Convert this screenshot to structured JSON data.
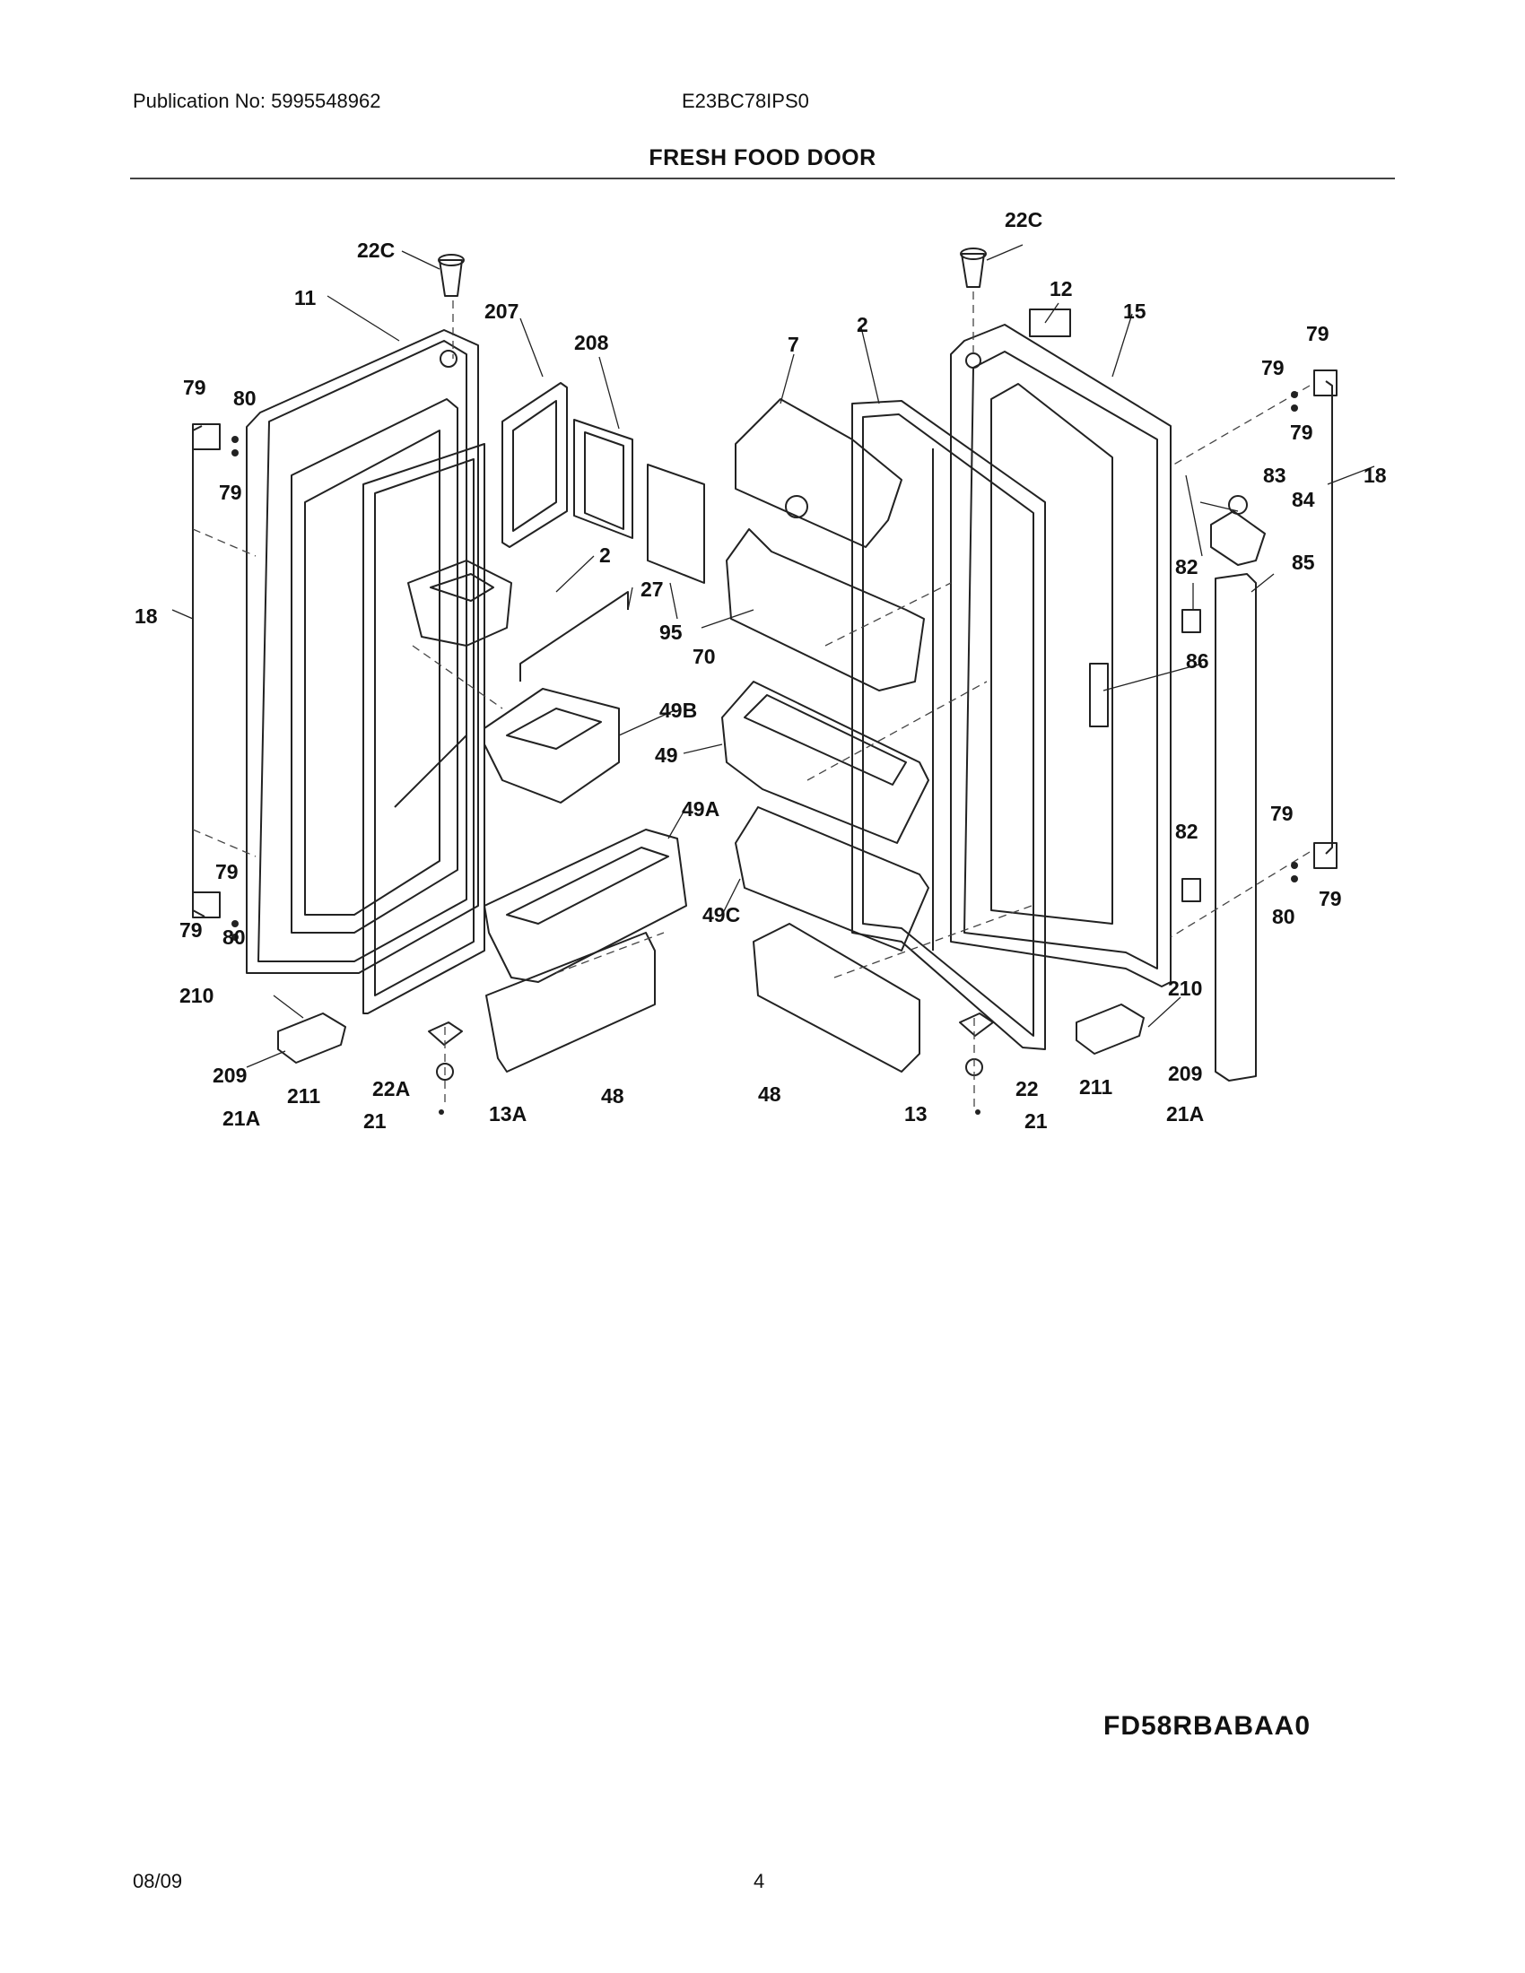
{
  "header": {
    "publication": "Publication No: 5995548962",
    "model": "E23BC78IPS0",
    "title": "FRESH FOOD DOOR"
  },
  "footer": {
    "code": "FD58RBABAA0",
    "date": "08/09",
    "page": "4"
  },
  "callouts": {
    "c22c_l": "22C",
    "c11": "11",
    "c207": "207",
    "c208": "208",
    "c79_a": "79",
    "c80_a": "80",
    "c79_b": "79",
    "c18_l": "18",
    "c2_l": "2",
    "c27": "27",
    "c95": "95",
    "c49b": "49B",
    "c49a": "49A",
    "c79_c": "79",
    "c79_d": "79",
    "c80_b": "80",
    "c210_l": "210",
    "c209_l": "209",
    "c211_l": "211",
    "c21a_l": "21A",
    "c22a": "22A",
    "c13a": "13A",
    "c21_l": "21",
    "c48_l": "48",
    "c22c_r": "22C",
    "c12": "12",
    "c15": "15",
    "c2_r": "2",
    "c7": "7",
    "c79_e": "79",
    "c79_f": "79",
    "c79_g": "79",
    "c18_r": "18",
    "c83": "83",
    "c84": "84",
    "c82_a": "82",
    "c85": "85",
    "c86": "86",
    "c70": "70",
    "c49": "49",
    "c49c": "49C",
    "c82_b": "82",
    "c79_h": "79",
    "c80_c": "80",
    "c79_i": "79",
    "c210_r": "210",
    "c209_r": "209",
    "c211_r": "211",
    "c21a_r": "21A",
    "c48_r": "48",
    "c13": "13",
    "c22": "22",
    "c21_r": "21"
  }
}
